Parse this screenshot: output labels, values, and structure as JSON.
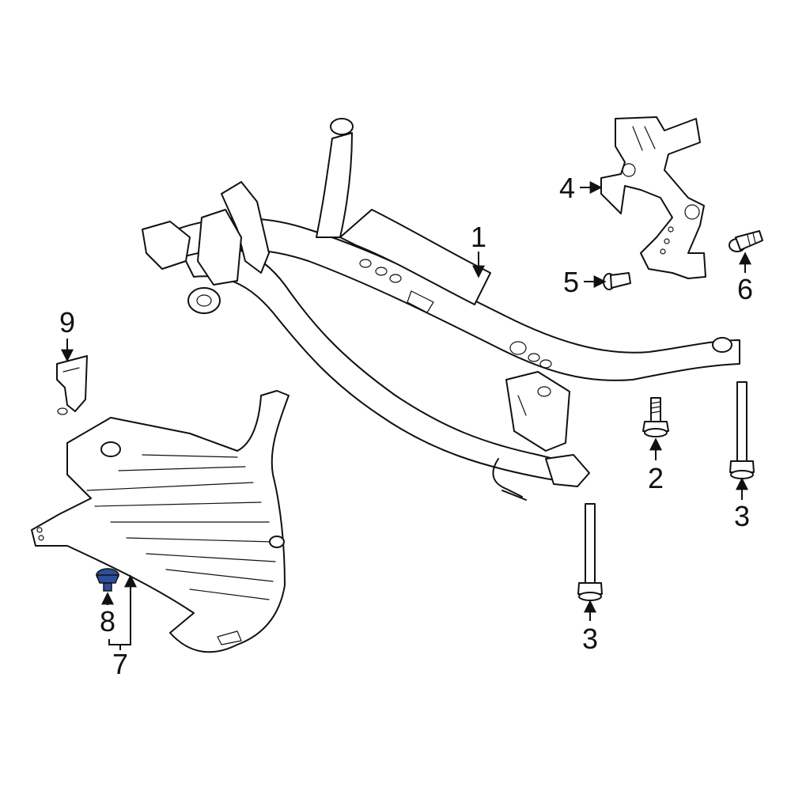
{
  "callouts": [
    {
      "id": "1",
      "label": "1"
    },
    {
      "id": "2",
      "label": "2"
    },
    {
      "id": "3a",
      "label": "3"
    },
    {
      "id": "3b",
      "label": "3"
    },
    {
      "id": "4",
      "label": "4"
    },
    {
      "id": "5",
      "label": "5"
    },
    {
      "id": "6",
      "label": "6"
    },
    {
      "id": "7",
      "label": "7"
    },
    {
      "id": "8",
      "label": "8"
    },
    {
      "id": "9",
      "label": "9"
    }
  ],
  "colors": {
    "line": "#111111",
    "background": "#ffffff",
    "highlight_part": "#2e4d9b"
  }
}
